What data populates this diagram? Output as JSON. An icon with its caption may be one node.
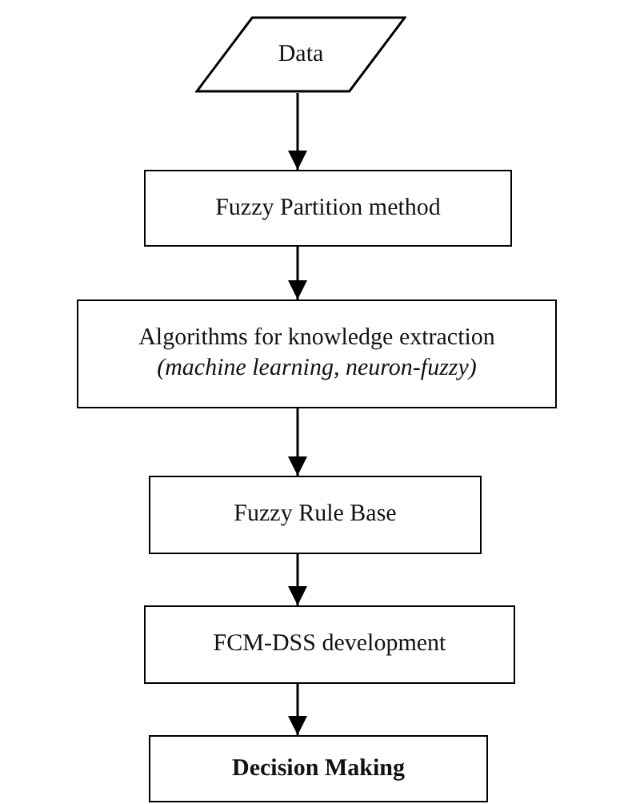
{
  "diagram": {
    "nodes": [
      {
        "text": [
          "Data"
        ]
      },
      {
        "text": [
          "Fuzzy Partition method"
        ]
      },
      {
        "text": [
          "Algorithms for knowledge extraction",
          "(machine learning, neuron-fuzzy)"
        ]
      },
      {
        "text": [
          "Fuzzy Rule Base"
        ]
      },
      {
        "text": [
          "FCM-DSS development"
        ]
      },
      {
        "text": [
          "Decision Making"
        ]
      }
    ],
    "edges": [
      {
        "from": 0,
        "to": 1,
        "arrow": "to"
      },
      {
        "from": 1,
        "to": 2,
        "arrow": "to"
      },
      {
        "from": 2,
        "to": 3,
        "arrow": "to"
      },
      {
        "from": 3,
        "to": 4,
        "arrow": "to"
      },
      {
        "from": 4,
        "to": 5,
        "arrow": "to"
      }
    ]
  }
}
